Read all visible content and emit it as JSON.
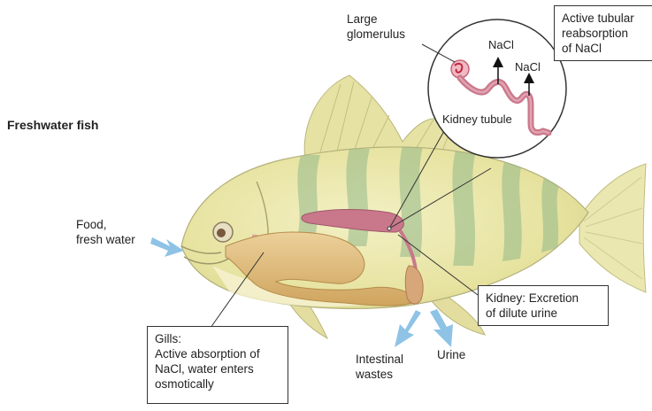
{
  "title": "Freshwater fish",
  "labels": {
    "food": "Food,\nfresh water",
    "glomerulus": "Large\nglomerulus",
    "nacl_1": "NaCl",
    "nacl_2": "NaCl",
    "kidney_tubule": "Kidney tubule",
    "active_tubular": "Active tubular\nreabsorption\nof NaCl",
    "kidney_excretion": "Kidney: Excretion\nof dilute urine",
    "gills": "Gills:\nActive absorption of\nNaCl, water enters\nosmotically",
    "intestinal": "Intestinal\nwastes",
    "urine": "Urine"
  },
  "colors": {
    "fish_body": "#e9e6a6",
    "fish_belly": "#f6f2cf",
    "fish_stripe": "#a9c69a",
    "fin": "#e3dea0",
    "kidney": "#c9788c",
    "gut": "#e2c083",
    "arrow": "#8ec3e6",
    "line": "#333333"
  }
}
